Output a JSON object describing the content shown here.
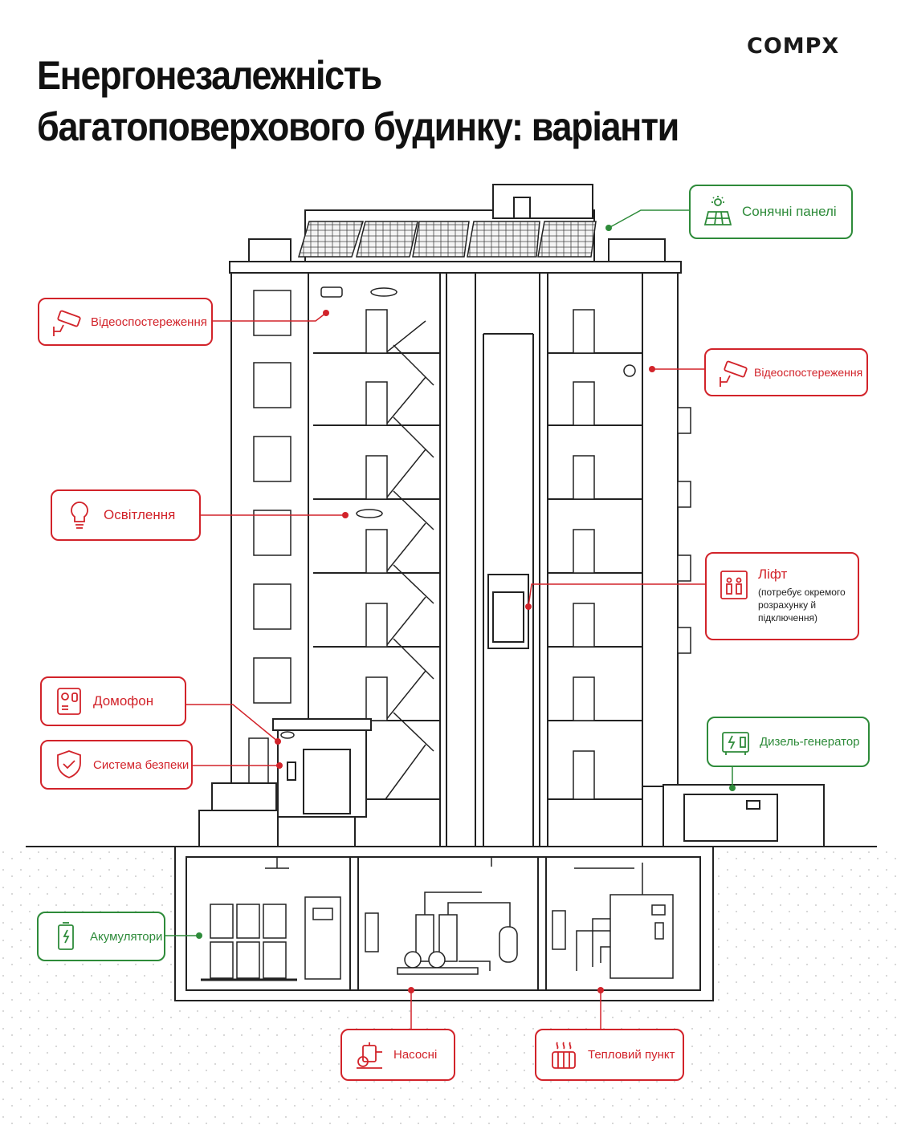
{
  "title": {
    "line1": "Енергонезалежність",
    "line2": "багатоповерхового будинку: варіанти"
  },
  "logo": "COMPX",
  "colors": {
    "red": "#d2232a",
    "green": "#2e8b3a",
    "line": "#222222"
  },
  "callouts": {
    "solar": {
      "label": "Сонячні панелі",
      "icon": "solar-panel-icon"
    },
    "cctv_left": {
      "label": "Відеоспостереження",
      "icon": "cctv-camera-icon"
    },
    "cctv_right": {
      "label": "Відеоспостереження",
      "icon": "cctv-camera-icon"
    },
    "lighting": {
      "label": "Освітлення",
      "icon": "light-bulb-icon"
    },
    "lift": {
      "label": "Ліфт",
      "note": "(потребує окремого розрахунку й підключення)",
      "icon": "elevator-icon"
    },
    "intercom": {
      "label": "Домофон",
      "icon": "intercom-icon"
    },
    "security": {
      "label": "Система безпеки",
      "icon": "shield-check-icon"
    },
    "diesel": {
      "label": "Дизель-генератор",
      "icon": "generator-icon"
    },
    "batteries": {
      "label": "Акумулятори",
      "icon": "battery-icon"
    },
    "pumps": {
      "label": "Насосні",
      "icon": "pump-icon"
    },
    "heat": {
      "label": "Тепловий пункт",
      "icon": "radiator-icon"
    }
  }
}
